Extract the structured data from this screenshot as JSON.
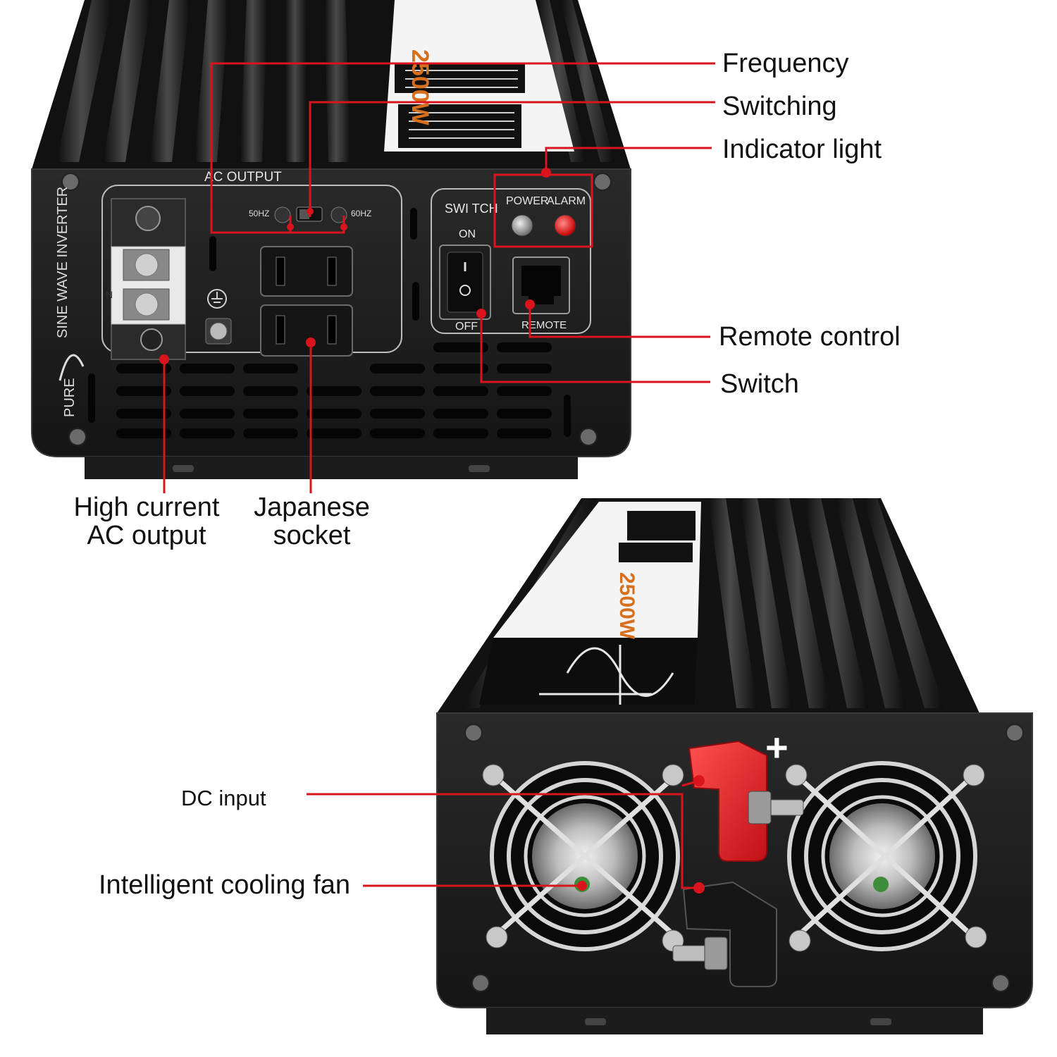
{
  "colors": {
    "callout_line": "#d9141c",
    "housing": "#121212",
    "fin_highlight": "#5a5a5a",
    "panel": "#1a1a1a",
    "terminal_positive": "#e0262a",
    "terminal_negative": "#151515",
    "alarm_led": "#e10f0f",
    "power_led": "#9a9a9a"
  },
  "callouts": {
    "frequency": "Frequency",
    "switching": "Switching",
    "indicator_light": "Indicator light",
    "remote_control": "Remote control",
    "switch": "Switch",
    "high_current_line1": "High current",
    "high_current_line2": "AC output",
    "japanese_line1": "Japanese",
    "japanese_line2": "socket",
    "dc_input": "DC input",
    "cooling_fan": "Intelligent cooling fan"
  },
  "front_panel": {
    "ac_output": "AC OUTPUT",
    "freq_50": "50HZ",
    "freq_60": "60HZ",
    "switch_title": "SWI TCH",
    "on": "ON",
    "off": "OFF",
    "power": "POWER",
    "alarm": "ALARM",
    "remote": "REMOTE",
    "side_text": "SINE WAVE INVERTER",
    "side_pure": "PURE",
    "neutral": "N",
    "label_rating": "2500W"
  },
  "rear_panel": {
    "plus_sign": "+",
    "label_rating": "2500W"
  },
  "icons": [
    "ground-symbol-icon",
    "screw-icon",
    "fan-grill-icon",
    "rj45-port-icon",
    "rocker-switch-icon",
    "sine-wave-logo-icon"
  ]
}
